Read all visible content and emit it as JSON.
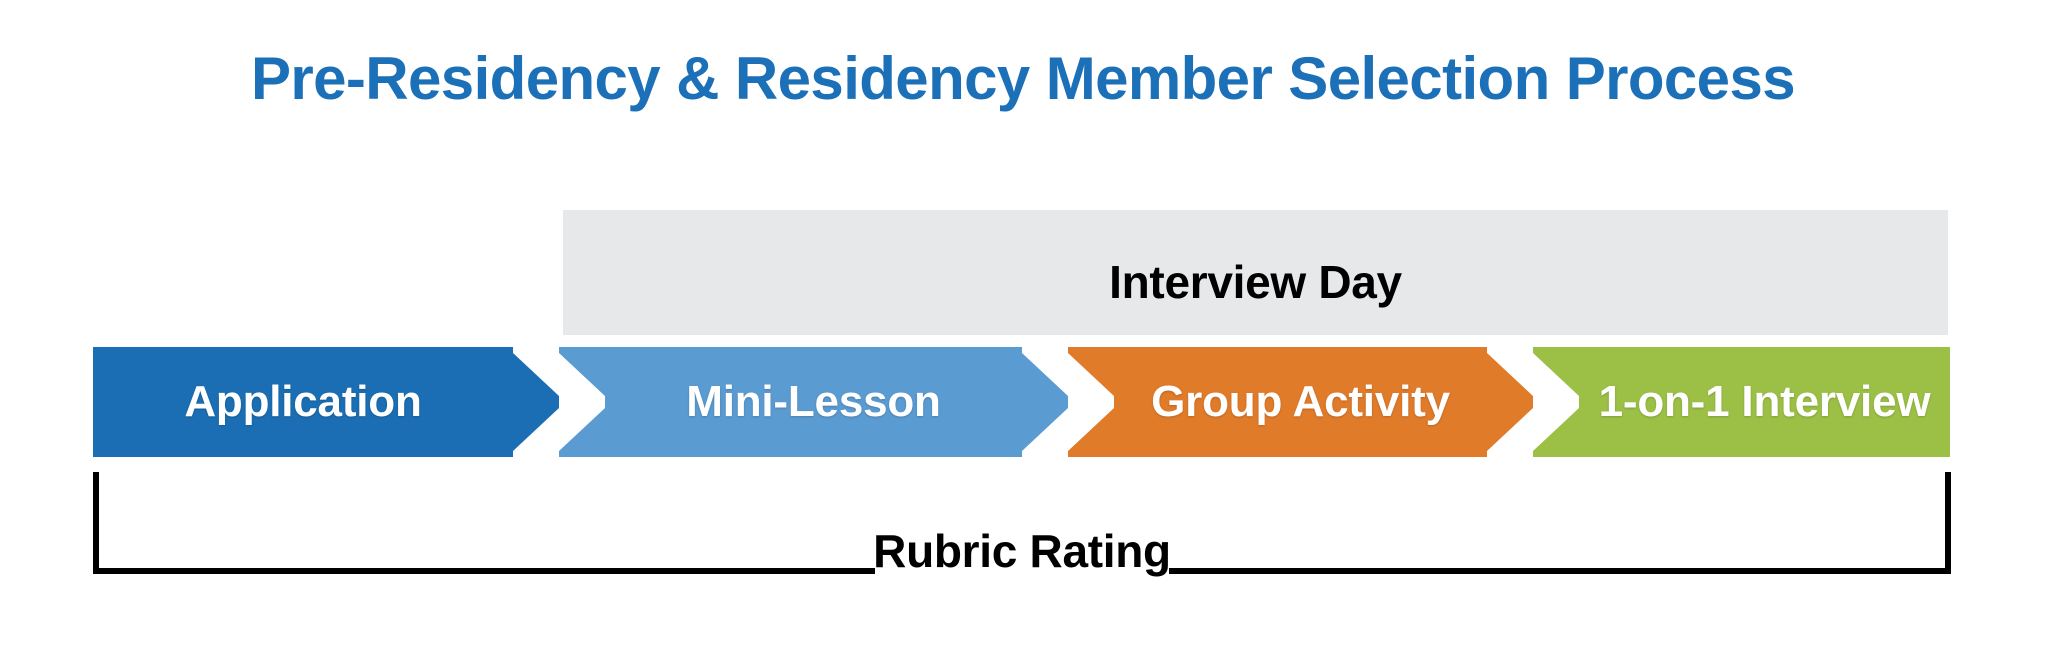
{
  "title": "Pre-Residency & Residency Member Selection Process",
  "phase_band": {
    "label": "Interview Day"
  },
  "steps": [
    {
      "label": "Application",
      "color": "#1b6eb3"
    },
    {
      "label": "Mini-Lesson",
      "color": "#5a9bd1"
    },
    {
      "label": "Group Activity",
      "color": "#e07b2a"
    },
    {
      "label": "1-on-1 Interview",
      "color": "#9cbf46"
    }
  ],
  "bracket": {
    "label": "Rubric Rating"
  },
  "colors": {
    "title": "#1b70b8",
    "band_background": "#e7e8ea",
    "step_text": "#ffffff",
    "bracket": "#000000",
    "page_background": "#ffffff"
  }
}
